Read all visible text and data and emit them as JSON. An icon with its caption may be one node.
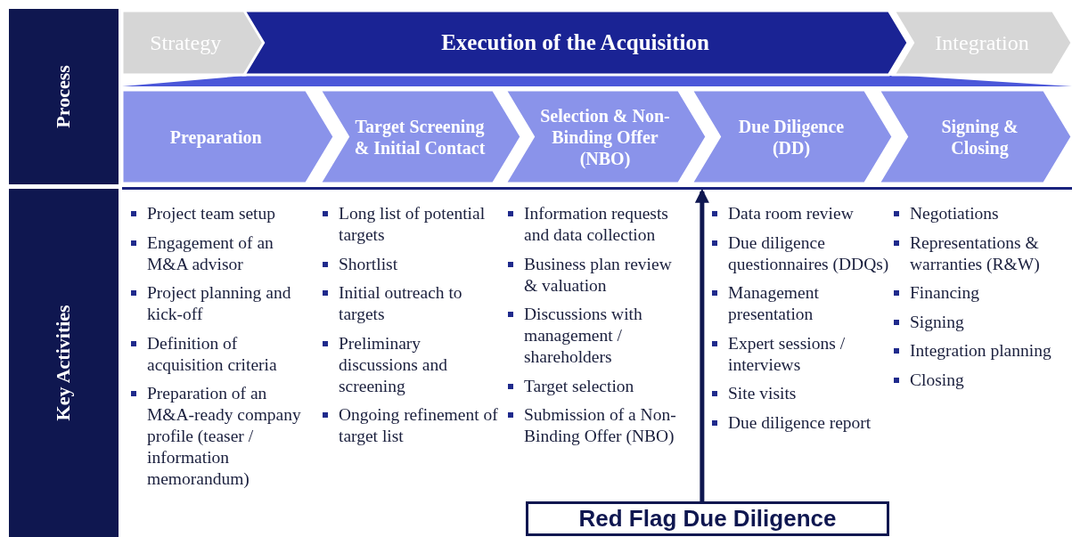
{
  "diagram": {
    "nodes": [
      {
        "text": [
          "Process"
        ]
      },
      {
        "text": [
          "Key Activities"
        ]
      },
      {
        "text": [
          "Strategy"
        ]
      },
      {
        "text": [
          "Execution of the Acquisition"
        ]
      },
      {
        "text": [
          "Integration"
        ]
      },
      {
        "text": [
          "Preparation"
        ]
      },
      {
        "text": [
          "Target Screening & Initial Contact"
        ]
      },
      {
        "text": [
          "Selection & Non-Binding Offer (NBO)"
        ]
      },
      {
        "text": [
          "Due Diligence (DD)"
        ]
      },
      {
        "text": [
          "Signing & Closing"
        ]
      },
      {
        "text": [
          "Red Flag Due Diligence"
        ]
      }
    ],
    "edges": [
      {
        "from": 10,
        "to": 8,
        "arrow": "to"
      }
    ],
    "labels": [
      "Project team setup",
      "Engagement of an M&A advisor",
      "Project planning and kick-off",
      "Definition of acquisition criteria",
      "Preparation of an M&A-ready company profile (teaser / information memorandum)",
      "Long list of potential targets",
      "Shortlist",
      "Initial outreach to targets",
      "Preliminary discussions and screening",
      "Ongoing refinement of target list",
      "Information requests and data collection",
      "Business plan review & valuation",
      "Discussions with management / shareholders",
      "Target selection",
      "Submission of a Non-Binding Offer (NBO)",
      "Data room review",
      "Due diligence questionnaires (DDQs)",
      "Management presentation",
      "Expert sessions / interviews",
      "Site visits",
      "Due diligence report",
      "Negotiations",
      "Representations & warranties (R&W)",
      "Financing",
      "Signing",
      "Integration planning",
      "Closing"
    ]
  }
}
